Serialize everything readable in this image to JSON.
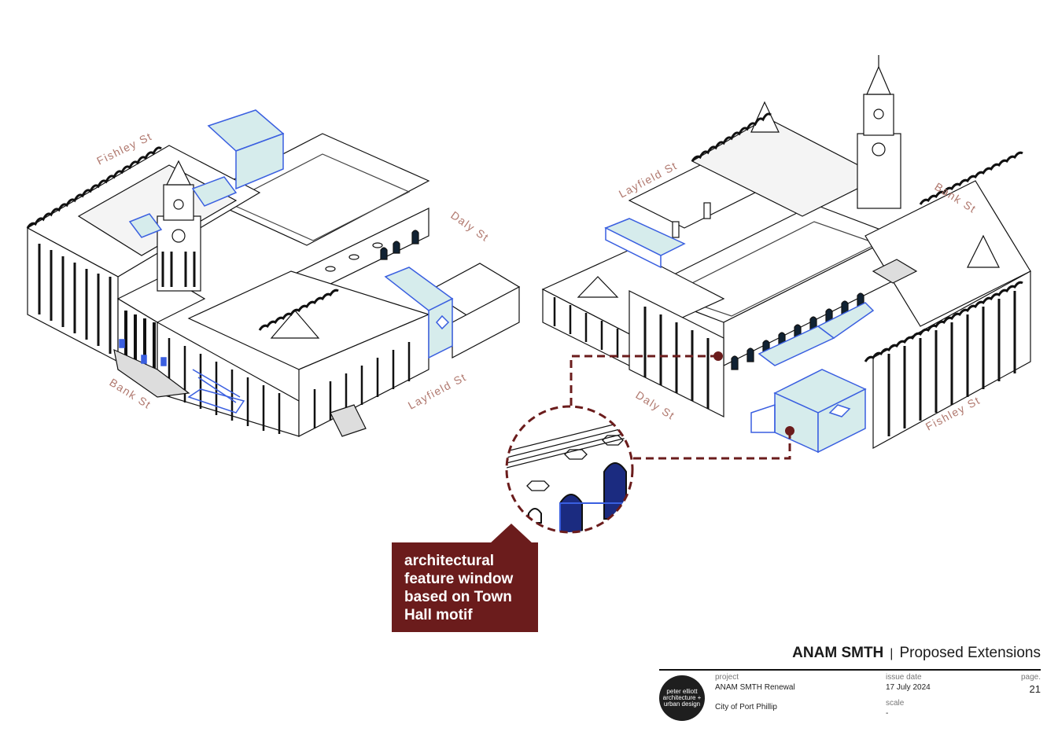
{
  "streets_left": {
    "fishley": "Fishley St",
    "daly": "Daly St",
    "bank": "Bank St",
    "layfield": "Layfield St"
  },
  "streets_right": {
    "layfield": "Layfield St",
    "bank": "Bank St",
    "daly": "Daly St",
    "fishley": "Fishley St"
  },
  "callout": {
    "lines": [
      "architectural",
      "feature window",
      "based on Town",
      "Hall motif"
    ],
    "color": "#6b1c1c"
  },
  "title_block": {
    "project_name": "ANAM SMTH",
    "separator": "|",
    "subtitle": "Proposed Extensions",
    "logo_lines": [
      "peter elliott",
      "architecture +",
      "urban design"
    ],
    "project_label": "project",
    "project_value": "ANAM SMTH Renewal",
    "client_value": "City of Port Phillip",
    "issue_date_label": "issue date",
    "issue_date_value": "17 July 2024",
    "scale_label": "scale",
    "scale_value": "-",
    "page_label": "page.",
    "page_value": "21"
  },
  "colors": {
    "extension_outline": "#3a5fe0",
    "extension_fill": "#d6ecec",
    "building_line": "#111111",
    "street_label": "#b0786e",
    "callout_bg": "#6b1c1c"
  }
}
